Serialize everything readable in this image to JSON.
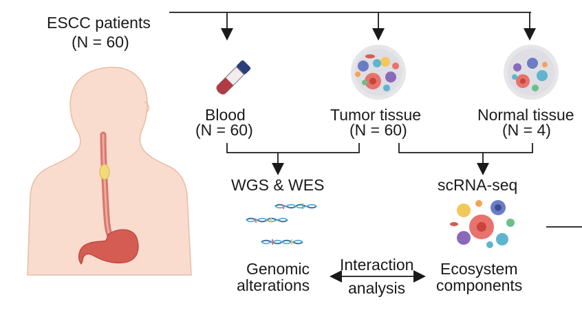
{
  "source": {
    "title": "ESCC patients",
    "count": "(N = 60)"
  },
  "samples": [
    {
      "name": "Blood",
      "count": "(N = 60)",
      "icon": "blood-tube-icon"
    },
    {
      "name": "Tumor tissue",
      "count": "(N = 60)",
      "icon": "tumor-cells-icon"
    },
    {
      "name": "Normal tissue",
      "count": "(N = 4)",
      "icon": "normal-cells-icon"
    }
  ],
  "assays": [
    {
      "name": "WGS & WES",
      "icon": "dna-helix-icon"
    },
    {
      "name": "scRNA-seq",
      "icon": "single-cell-icon"
    }
  ],
  "outputs": [
    {
      "line1": "Genomic",
      "line2": "alterations"
    },
    {
      "line1": "Ecosystem",
      "line2": "components"
    }
  ],
  "link": {
    "line1": "Interaction",
    "line2": "analysis"
  },
  "colors": {
    "skin": "#f9dccd",
    "skin_outline": "#e8bba5",
    "esophagus": "#d9766c",
    "stomach": "#d45c52",
    "tumor_marker": "#f2d97a",
    "blood": "#b23a44",
    "tube_cap": "#2d3f7a",
    "line": "#1a1a1a"
  }
}
